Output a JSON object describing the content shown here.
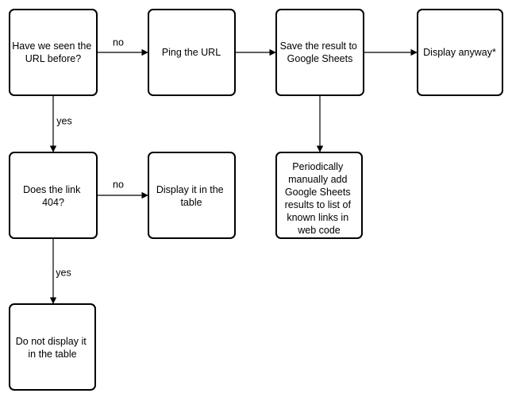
{
  "nodes": {
    "seen_before": {
      "lines": [
        "Have we seen the",
        "URL before?"
      ]
    },
    "ping_url": {
      "lines": [
        "Ping the URL"
      ]
    },
    "save_result": {
      "lines": [
        "Save the result to",
        "Google Sheets"
      ]
    },
    "display_anyway": {
      "lines": [
        "Display anyway*"
      ]
    },
    "does_404": {
      "lines": [
        "Does the link",
        "404?"
      ]
    },
    "display_in_table": {
      "lines": [
        "Display it in the",
        "table"
      ]
    },
    "periodically_add": {
      "lines": [
        "Periodically",
        "manually add",
        "Google Sheets",
        "results to list of",
        "known links in",
        "web code"
      ]
    },
    "do_not_display": {
      "lines": [
        "Do not display it",
        "in the table"
      ]
    }
  },
  "edges": {
    "seen_to_ping": {
      "label": "no"
    },
    "ping_to_save": {
      "label": ""
    },
    "save_to_display": {
      "label": ""
    },
    "seen_to_404": {
      "label": "yes"
    },
    "save_to_periodic": {
      "label": ""
    },
    "404_to_display_table": {
      "label": "no"
    },
    "404_to_do_not_display": {
      "label": "yes"
    }
  }
}
